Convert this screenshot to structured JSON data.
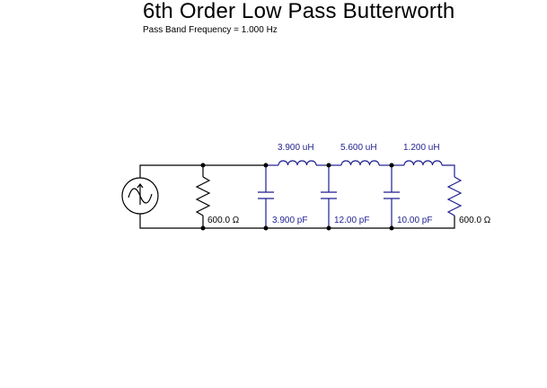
{
  "header": {
    "title": "6th Order Low Pass Butterworth",
    "subtitle": "Pass Band Frequency = 1.000 Hz"
  },
  "colors": {
    "wire": "#000000",
    "component": "#1f1f8f",
    "label_blue": "#1f1f8f",
    "label_black": "#000000"
  },
  "circuit": {
    "source": {
      "type": "ac-voltage-source",
      "icon": "ac-source-icon"
    },
    "source_resistor": {
      "value": "600.0 Ω"
    },
    "capacitors": [
      {
        "value": "3.900 pF"
      },
      {
        "value": "12.00 pF"
      },
      {
        "value": "10.00 pF"
      }
    ],
    "inductors": [
      {
        "value": "3.900 uH"
      },
      {
        "value": "5.600 uH"
      },
      {
        "value": "1.200 uH"
      }
    ],
    "load_resistor": {
      "value": "600.0 Ω"
    }
  }
}
